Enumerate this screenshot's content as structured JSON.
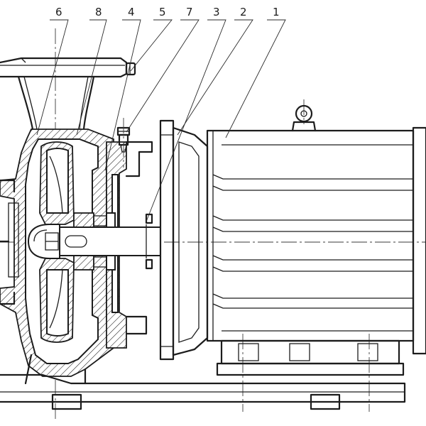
{
  "callouts": [
    {
      "id": "6",
      "label": "6"
    },
    {
      "id": "8",
      "label": "8"
    },
    {
      "id": "4",
      "label": "4"
    },
    {
      "id": "5",
      "label": "5"
    },
    {
      "id": "7",
      "label": "7"
    },
    {
      "id": "3",
      "label": "3"
    },
    {
      "id": "2",
      "label": "2"
    },
    {
      "id": "1",
      "label": "1"
    }
  ],
  "colors": {
    "ink": "#1c1c1c",
    "paper": "#ffffff"
  }
}
